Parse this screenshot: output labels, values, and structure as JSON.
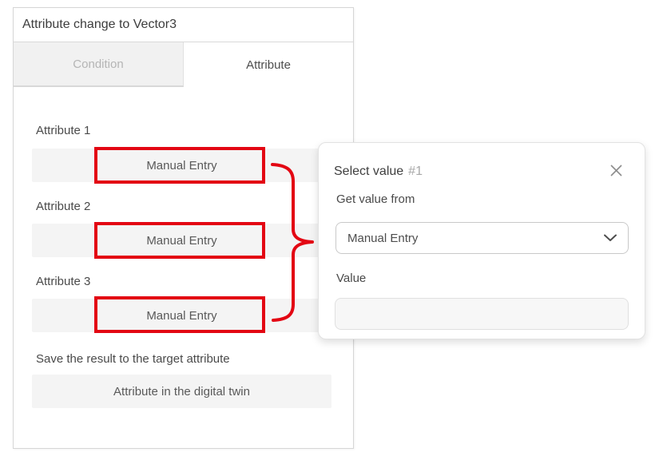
{
  "colors": {
    "annotation_red": "#e30613",
    "bar_background": "#f4f4f4",
    "inactive_tab_background": "#f1f1f1"
  },
  "panel": {
    "title": "Attribute change to Vector3",
    "tabs": [
      {
        "label": "Condition",
        "active": false
      },
      {
        "label": "Attribute",
        "active": true
      }
    ],
    "fields": [
      {
        "label": "Attribute 1",
        "value": "Manual Entry"
      },
      {
        "label": "Attribute 2",
        "value": "Manual Entry"
      },
      {
        "label": "Attribute 3",
        "value": "Manual Entry"
      }
    ],
    "save": {
      "label": "Save the result to the target attribute",
      "value": "Attribute in the digital twin"
    }
  },
  "popup": {
    "title": "Select value",
    "badge": "#1",
    "get_value_label": "Get value from",
    "dropdown_value": "Manual Entry",
    "value_label": "Value",
    "value_input": ""
  }
}
